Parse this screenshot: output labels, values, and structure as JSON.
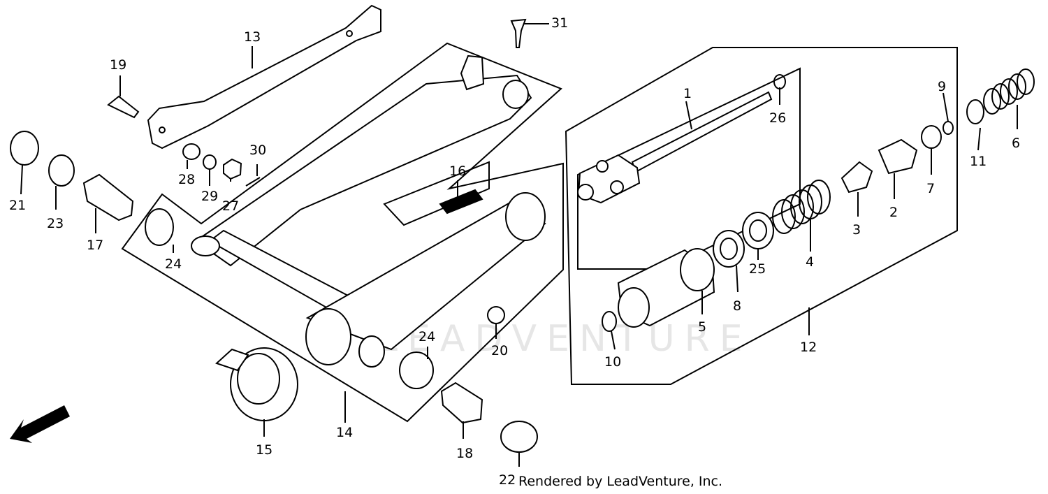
{
  "footer": "Rendered by LeadVenture, Inc.",
  "watermark": "LEADVENTURE",
  "fwd_label": "FWD",
  "callouts": {
    "c1": "1",
    "c2": "2",
    "c3": "3",
    "c4": "4",
    "c5": "5",
    "c6": "6",
    "c7": "7",
    "c8": "8",
    "c9": "9",
    "c10": "10",
    "c11": "11",
    "c12": "12",
    "c13": "13",
    "c14": "14",
    "c15": "15",
    "c16": "16",
    "c17": "17",
    "c18": "18",
    "c19": "19",
    "c20": "20",
    "c21": "21",
    "c22": "22",
    "c23": "23",
    "c24a": "24",
    "c24b": "24",
    "c25": "25",
    "c26": "26",
    "c27": "27",
    "c28": "28",
    "c29": "29",
    "c30": "30",
    "c31": "31"
  }
}
